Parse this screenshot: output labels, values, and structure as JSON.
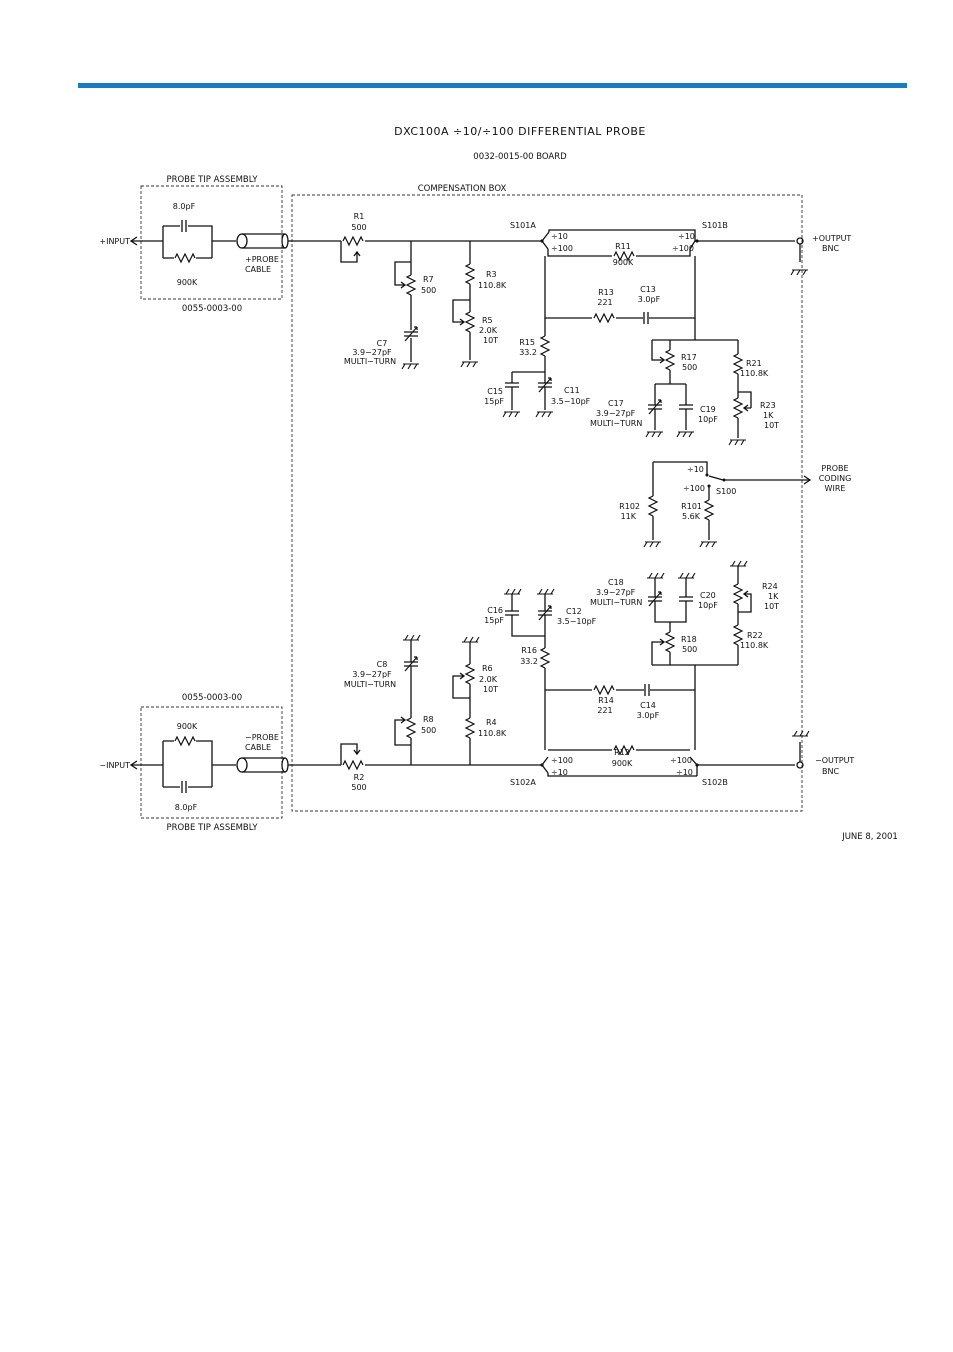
{
  "header_rule_color": "#1a7bc4",
  "title": "DXC100A ÷10/÷100 DIFFERENTIAL PROBE",
  "board": "0032-0015-00 BOARD",
  "date": "JUNE 8, 2001",
  "boxes": {
    "tip_top": "PROBE TIP ASSEMBLY",
    "tip_top_part": "0055-0003-00",
    "tip_bottom": "PROBE TIP ASSEMBLY",
    "tip_bottom_part": "0055-0003-00",
    "compensation": "COMPENSATION BOX"
  },
  "terminals": {
    "plus_input": "+INPUT",
    "minus_input": "−INPUT",
    "plus_output_1": "+OUTPUT",
    "plus_output_2": "BNC",
    "minus_output_1": "−OUTPUT",
    "minus_output_2": "BNC",
    "coding_1": "PROBE",
    "coding_2": "CODING",
    "coding_3": "WIRE"
  },
  "cables": {
    "plus_1": "+PROBE",
    "plus_2": "CABLE",
    "minus_1": "−PROBE",
    "minus_2": "CABLE"
  },
  "tip_parts": {
    "cap_top": "8.0pF",
    "res_top": "900K",
    "res_bottom": "900K",
    "cap_bottom": "8.0pF"
  },
  "switches": {
    "s101a": "S101A",
    "s101b": "S101B",
    "s102a": "S102A",
    "s102b": "S102B",
    "s100": "S100",
    "div10": "÷10",
    "div100": "÷100"
  },
  "components": {
    "r1": [
      "R1",
      "500"
    ],
    "r2": [
      "R2",
      "500"
    ],
    "r3": [
      "R3",
      "110.8K"
    ],
    "r4": [
      "R4",
      "110.8K"
    ],
    "r5": [
      "R5",
      "2.0K",
      "10T"
    ],
    "r6": [
      "R6",
      "2.0K",
      "10T"
    ],
    "r7": [
      "R7",
      "500"
    ],
    "r8": [
      "R8",
      "500"
    ],
    "r11": [
      "R11",
      "900K"
    ],
    "r12": [
      "R12",
      "900K"
    ],
    "r13": [
      "R13",
      "221"
    ],
    "r14": [
      "R14",
      "221"
    ],
    "r15": [
      "R15",
      "33.2"
    ],
    "r16": [
      "R16",
      "33.2"
    ],
    "r17": [
      "R17",
      "500"
    ],
    "r18": [
      "R18",
      "500"
    ],
    "r21": [
      "R21",
      "110.8K"
    ],
    "r22": [
      "R22",
      "110.8K"
    ],
    "r23": [
      "R23",
      "1K",
      "10T"
    ],
    "r24": [
      "R24",
      "1K",
      "10T"
    ],
    "r101": [
      "R101",
      "5.6K"
    ],
    "r102": [
      "R102",
      "11K"
    ],
    "c7": [
      "C7",
      "3.9−27pF",
      "MULTI−TURN"
    ],
    "c8": [
      "C8",
      "3.9−27pF",
      "MULTI−TURN"
    ],
    "c11": [
      "C11",
      "3.5−10pF"
    ],
    "c12": [
      "C12",
      "3.5−10pF"
    ],
    "c13": [
      "C13",
      "3.0pF"
    ],
    "c14": [
      "C14",
      "3.0pF"
    ],
    "c15": [
      "C15",
      "15pF"
    ],
    "c16": [
      "C16",
      "15pF"
    ],
    "c17": [
      "C17",
      "3.9−27pF",
      "MULTI−TURN"
    ],
    "c18": [
      "C18",
      "3.9−27pF",
      "MULTI−TURN"
    ],
    "c19": [
      "C19",
      "10pF"
    ],
    "c20": [
      "C20",
      "10pF"
    ]
  }
}
